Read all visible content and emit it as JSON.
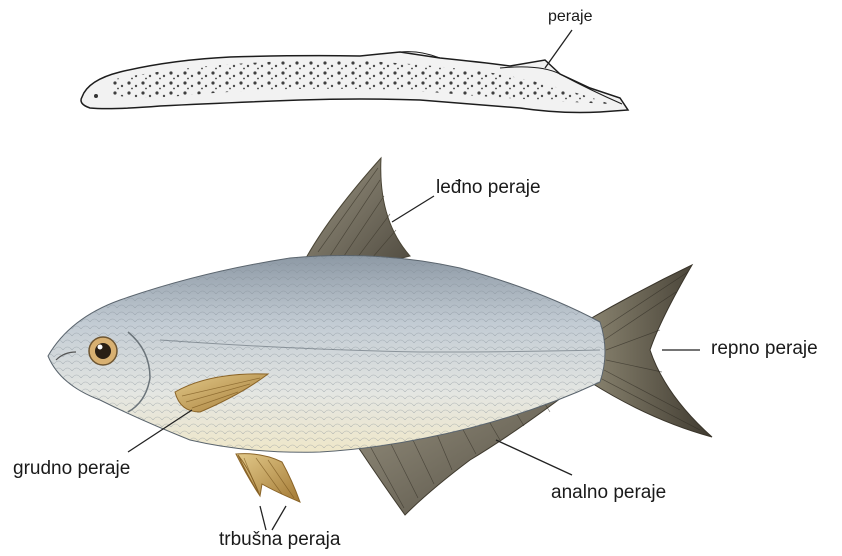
{
  "labels": {
    "peraje": "peraje",
    "ledno": "leđno peraje",
    "repno": "repno peraje",
    "grudno": "grudno peraje",
    "analno": "analno peraje",
    "trbusna": "trbušna peraja"
  },
  "colors": {
    "body_silver": "#b9c3cc",
    "belly": "#ece6cc",
    "fin_dark": "#5f5a4c",
    "fin_light": "#c6a35c",
    "line": "#222222"
  }
}
